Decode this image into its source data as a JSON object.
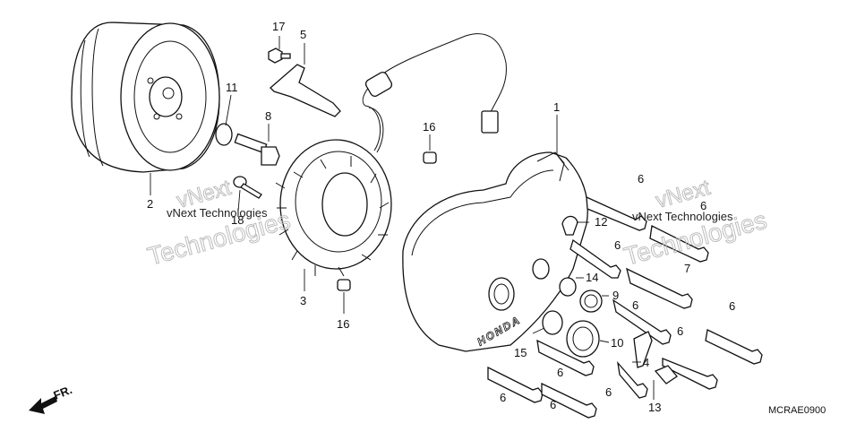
{
  "labels": {
    "l1": "1",
    "l2": "2",
    "l3": "3",
    "l4": "4",
    "l5": "5",
    "l6a": "6",
    "l6b": "6",
    "l6c": "6",
    "l6d": "6",
    "l6e": "6",
    "l6f": "6",
    "l6g": "6",
    "l6h": "6",
    "l6i": "6",
    "l6j": "6",
    "l7": "7",
    "l8": "8",
    "l9": "9",
    "l10": "10",
    "l11": "11",
    "l12": "12",
    "l13": "13",
    "l14": "14",
    "l15": "15",
    "l16a": "16",
    "l16b": "16",
    "l17": "17",
    "l18": "18"
  },
  "watermarks": {
    "w1": "vNext Technologies",
    "w2": "vNext",
    "w3": "Technologies"
  },
  "brand": "HONDA",
  "direction": "FR.",
  "code": "MCRAE0900"
}
